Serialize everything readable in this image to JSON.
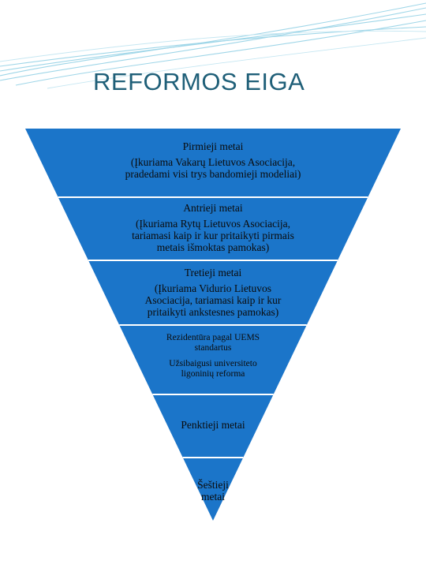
{
  "title": "REFORMOS EIGA",
  "colors": {
    "title": "#1f5f78",
    "funnel_fill": "#1b75c9",
    "separator": "#ffffff",
    "wave": "#9fd6e8"
  },
  "levels": [
    {
      "heading": "Pirmieji metai",
      "lines": [
        "(Įkuriama Vakarų Lietuvos Asociacija,",
        "pradedami visi trys bandomieji modeliai)"
      ]
    },
    {
      "heading": "Antrieji metai",
      "lines": [
        "(Įkuriama Rytų Lietuvos Asociacija,",
        "tariamasi kaip ir kur pritaikyti  pirmais",
        "metais išmoktas  pamokas)"
      ]
    },
    {
      "heading": "Tretieji metai",
      "lines": [
        "(Įkuriama Vidurio Lietuvos",
        "Asociacija, tariamasi kaip ir kur",
        "pritaikyti ankstesnes pamokas)"
      ]
    },
    {
      "heading": "",
      "lines": [
        "Rezidentūra pagal UEMS",
        "standartus",
        "Užsibaigusi universiteto",
        "ligoninių reforma"
      ]
    },
    {
      "heading": "Penktieji metai",
      "lines": []
    },
    {
      "heading": "",
      "lines": [
        "Šeštieji",
        "metai"
      ]
    }
  ]
}
